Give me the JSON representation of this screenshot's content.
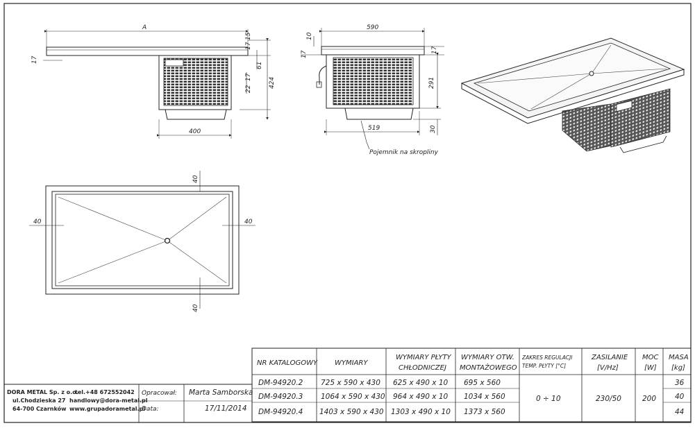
{
  "dims": {
    "side_a": "A",
    "side_15": "15",
    "side_17a": "17",
    "side_61": "61",
    "side_424": "424",
    "side_17b": "17",
    "side_22": "22",
    "side_17c": "17",
    "side_400": "400",
    "front_590": "590",
    "front_10": "10",
    "front_17a": "17",
    "front_17b": "17",
    "front_291": "291",
    "front_519": "519",
    "front_30": "30",
    "top_40_top": "40",
    "top_40_left": "40",
    "top_40_right": "40",
    "top_40_bottom": "40"
  },
  "drip_tray_label": "Pojemnik na skropliny",
  "table": {
    "headers": {
      "catalog_no": "NR KATALOGOWY",
      "dimensions": "WYMIARY",
      "plate_dims_1": "WYMIARY PŁYTY",
      "plate_dims_2": "CHŁODNICZEJ",
      "opening_dims_1": "WYMIARY OTW.",
      "opening_dims_2": "MONTAŻOWEGO",
      "temp_range_1": "ZAKRES REGULACJI",
      "temp_range_2": "TEMP. PŁYTY [°C]",
      "power_supply_1": "ZASILANIE",
      "power_supply_2": "[V/Hz]",
      "power_1": "MOC",
      "power_2": "[W]",
      "mass_1": "MASA",
      "mass_2": "[kg]"
    },
    "rows": [
      {
        "catalog_no": "DM-94920.2",
        "dimensions": "725 x 590 x 430",
        "plate_dims": "625 x 490 x 10",
        "opening_dims": "695 x 560",
        "mass": "36"
      },
      {
        "catalog_no": "DM-94920.3",
        "dimensions": "1064 x 590 x 430",
        "plate_dims": "964 x 490 x 10",
        "opening_dims": "1034 x 560",
        "mass": "40"
      },
      {
        "catalog_no": "DM-94920.4",
        "dimensions": "1403 x 590 x 430",
        "plate_dims": "1303 x 490 x 10",
        "opening_dims": "1373 x 560",
        "mass": "44"
      }
    ],
    "shared": {
      "temp_range": "0 ÷ 10",
      "power_supply": "230/50",
      "power": "200"
    }
  },
  "company": {
    "name": "DORA METAL Sp. z o.o.",
    "street": "ul.Chodzieska 27",
    "city": "64-700 Czarnków",
    "tel": "tel.+48 672552042",
    "email": "handlowy@dora-metal.pl",
    "web": "www.grupadorametal.pl"
  },
  "author_label": "Opracował:",
  "author_value": "Marta Samborska",
  "date_label": "Data:",
  "date_value": "17/11/2014"
}
